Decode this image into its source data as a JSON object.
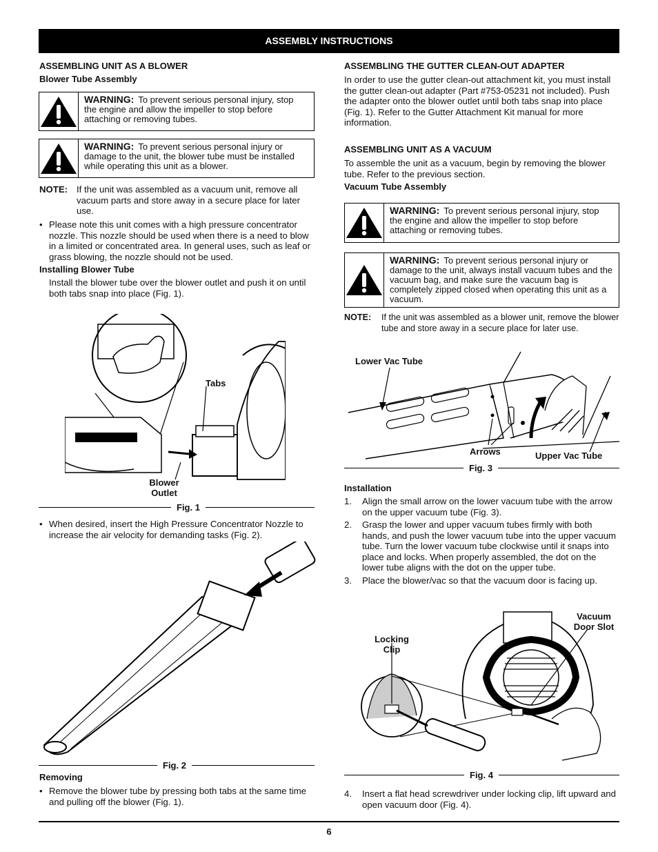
{
  "banner": "ASSEMBLY INSTRUCTIONS",
  "left": {
    "heading": "ASSEMBLING UNIT AS A BLOWER",
    "subheading": "Blower Tube Assembly",
    "warning1": {
      "label": "WARNING:",
      "text": "To prevent serious personal injury, stop the engine and allow the impeller to stop before attaching or removing tubes."
    },
    "warning2": {
      "label": "WARNING:",
      "text": "To prevent serious personal injury or damage to the unit, the blower tube must be installed while operating this unit as a blower."
    },
    "note": {
      "label": "NOTE:",
      "text": "If the unit was assembled as a vacuum unit, remove all vacuum parts and store away in a secure place for later use."
    },
    "bullet1": "Please note this unit comes with a high pressure concentrator nozzle.  This nozzle should be used when there is a need to blow in a limited or concentrated area.  In general uses, such as leaf or grass blowing, the nozzle should not be used.",
    "installing_heading": "Installing Blower Tube",
    "installing_text": "Install the blower tube over the blower outlet and push it on until both tabs snap into place (Fig. 1).",
    "fig1": {
      "caption": "Fig. 1",
      "tabs": "Tabs",
      "blower_outlet": "Blower Outlet"
    },
    "bullet2": "When desired, insert the High Pressure Concentrator Nozzle to increase the air velocity for demanding tasks (Fig. 2).",
    "fig2": {
      "caption": "Fig. 2"
    },
    "removing_heading": "Removing",
    "bullet3": "Remove the blower tube by pressing both tabs at the same time and pulling off the blower (Fig. 1)."
  },
  "right": {
    "gutter_heading": "ASSEMBLING THE GUTTER CLEAN-OUT ADAPTER",
    "gutter_text": "In order to use the gutter clean-out attachment kit, you must install the gutter clean-out adapter (Part #753-05231 not included). Push the adapter onto the blower outlet until both tabs snap into place (Fig. 1). Refer to the Gutter Attachment Kit manual for more information.",
    "vacuum_heading": "ASSEMBLING UNIT AS A VACUUM",
    "vacuum_text": "To assemble the unit as a vacuum, begin by removing the blower tube.  Refer to the previous section.",
    "vac_tube_heading": "Vacuum Tube Assembly",
    "warning3": {
      "label": "WARNING:",
      "text": "To prevent serious personal injury, stop the engine and allow the impeller to stop before attaching or removing tubes."
    },
    "warning4": {
      "label": "WARNING:",
      "text": "To prevent serious personal injury or damage to the unit, always install vacuum tubes and the vacuum bag, and make sure the vacuum bag is completely zipped closed when operating this unit as a vacuum."
    },
    "note": {
      "label": "NOTE:",
      "text": "If the unit was assembled as a blower unit, remove the blower tube and store away in a secure place for later use."
    },
    "fig3": {
      "caption": "Fig. 3",
      "lower": "Lower Vac Tube",
      "arrows": "Arrows",
      "upper": "Upper Vac Tube"
    },
    "installation_heading": "Installation",
    "steps": [
      {
        "n": "1.",
        "text": "Align the small arrow on the lower vacuum tube with the arrow on the upper vacuum tube (Fig. 3)."
      },
      {
        "n": "2.",
        "text": "Grasp the lower and upper vacuum tubes firmly with both hands, and push the lower vacuum tube into the upper vacuum tube. Turn the lower vacuum tube clockwise until it snaps into place and locks. When properly assembled, the dot on the lower tube aligns with the dot on the upper tube."
      },
      {
        "n": "3.",
        "text": "Place the blower/vac so that the vacuum door is facing up."
      }
    ],
    "fig4": {
      "caption": "Fig. 4",
      "locking_clip": "Locking Clip",
      "door_slot": "Vacuum Door Slot"
    },
    "step4": {
      "n": "4.",
      "text": "Insert a flat head screwdriver under locking clip, lift upward and open vacuum door (Fig. 4)."
    }
  },
  "page_number": "6"
}
